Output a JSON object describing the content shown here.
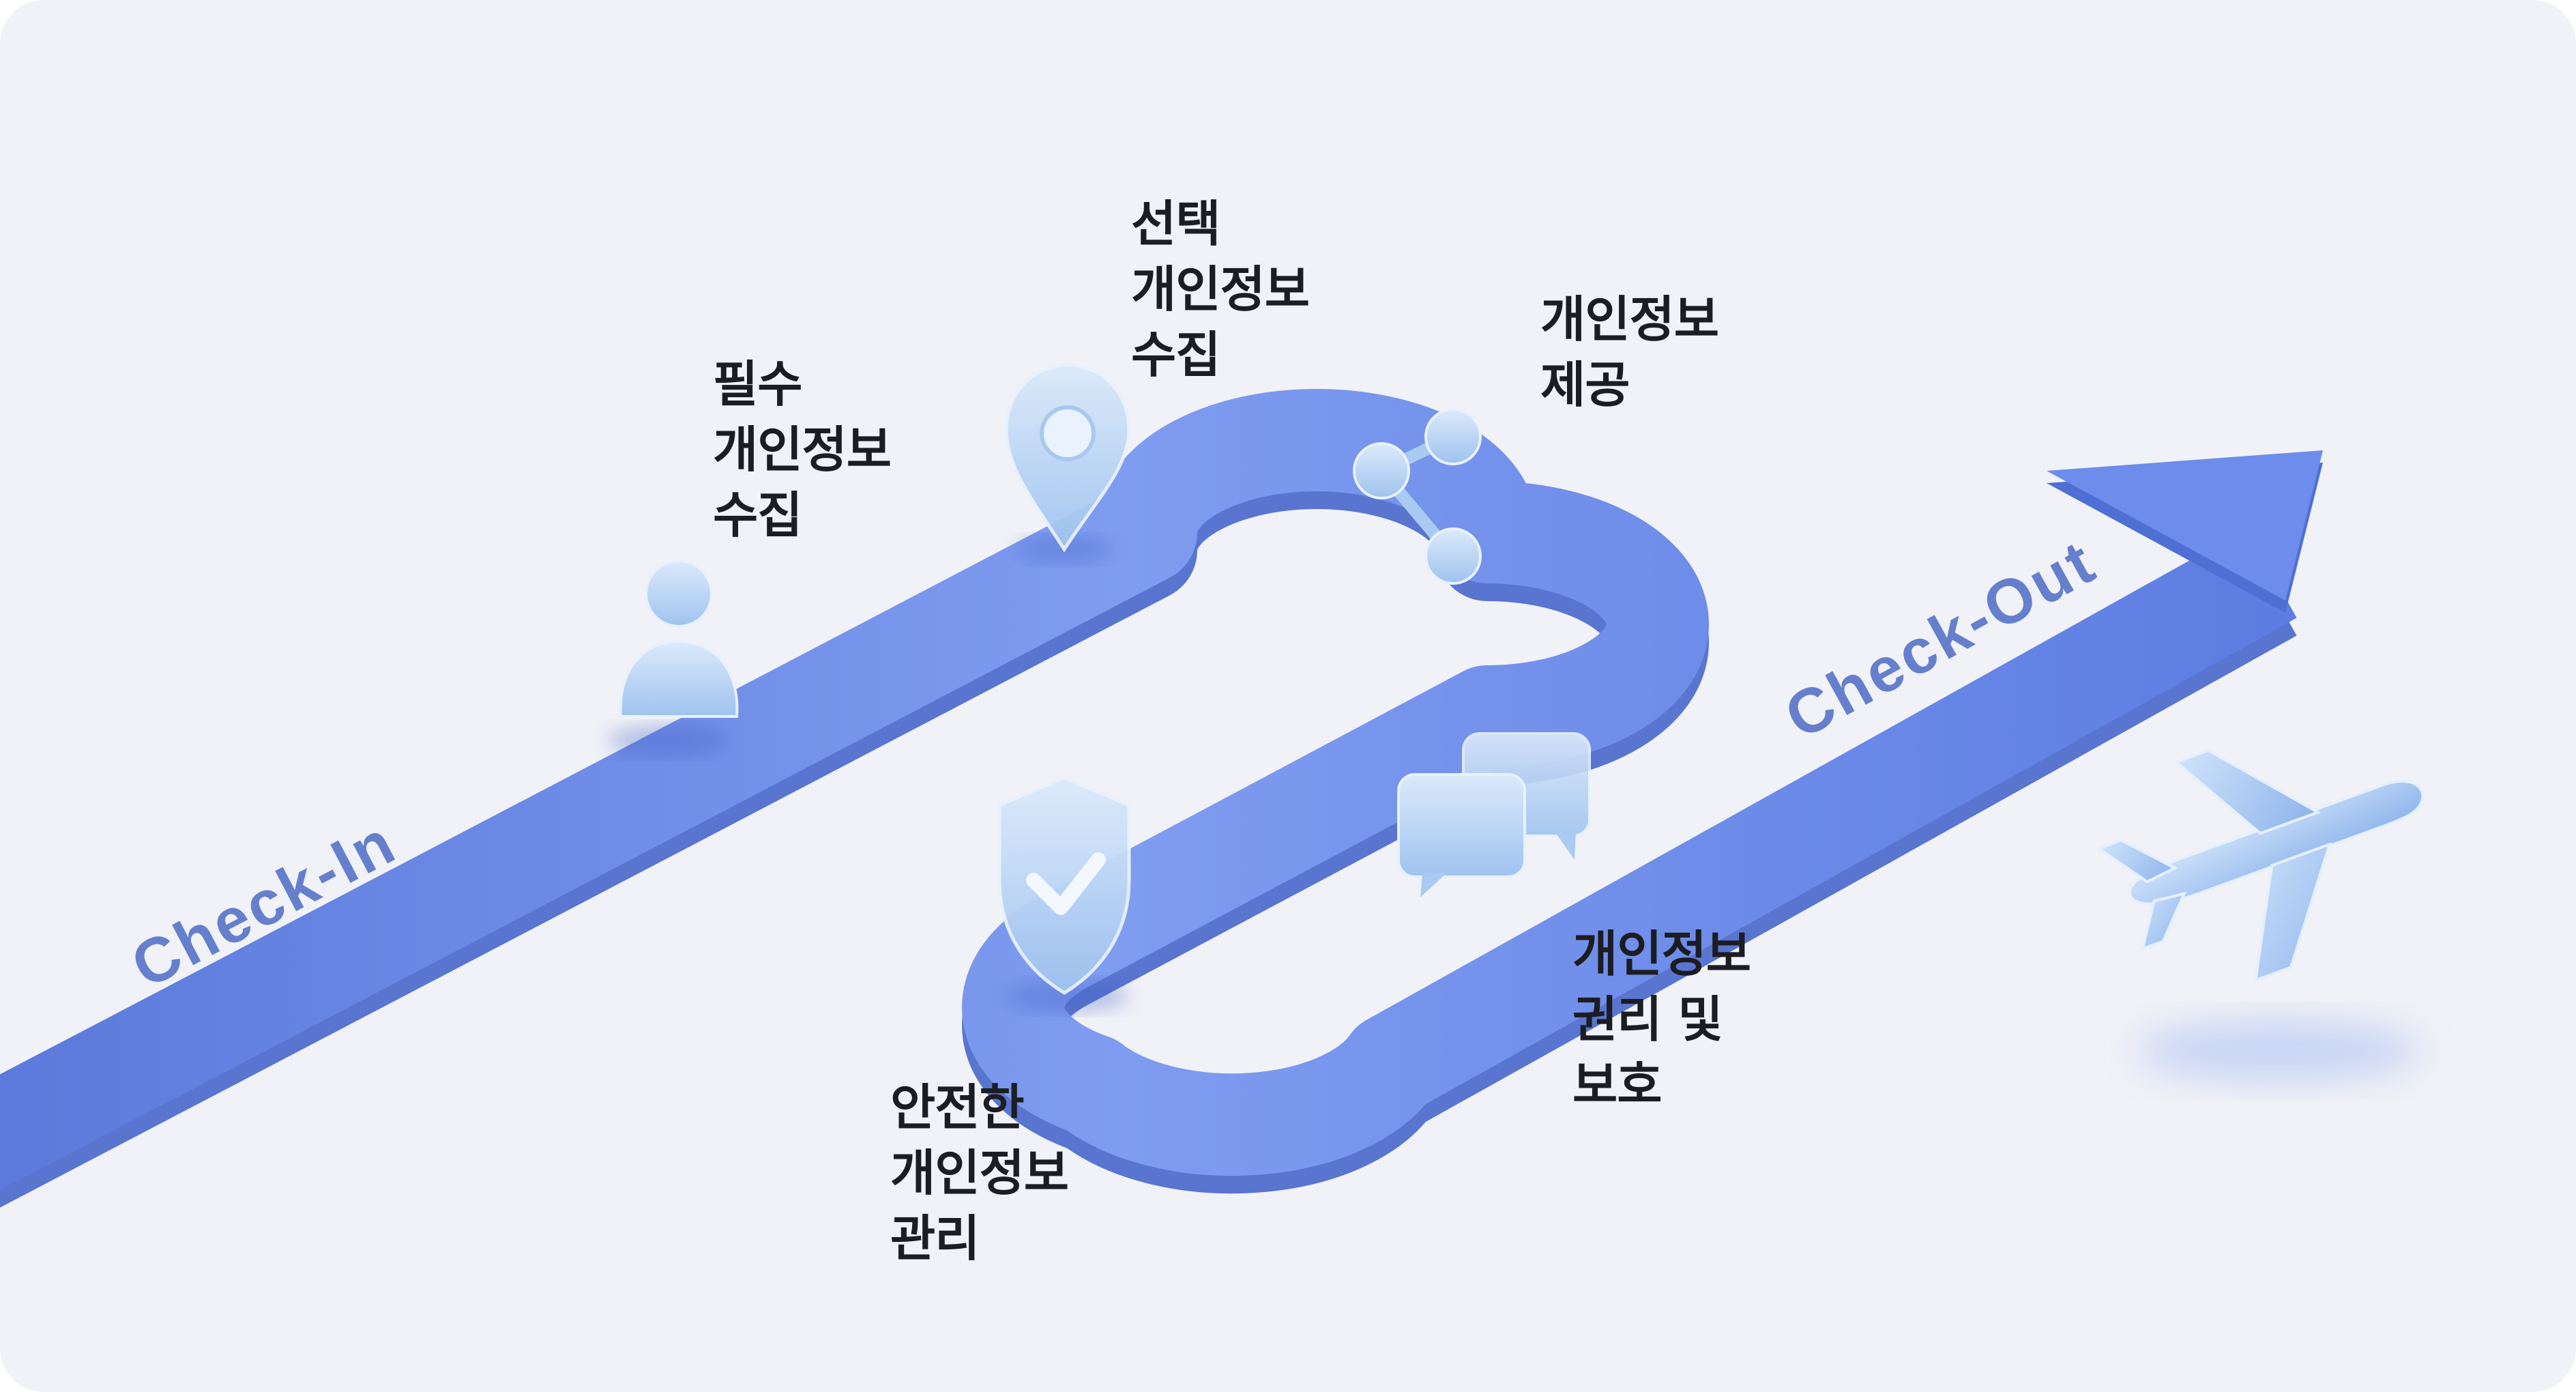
{
  "path": {
    "start_text": "Check-In",
    "end_text": "Check-Out"
  },
  "steps": [
    {
      "icon": "person-icon",
      "lines": [
        "필수",
        "개인정보",
        "수집"
      ]
    },
    {
      "icon": "location-pin-icon",
      "lines": [
        "선택",
        "개인정보",
        "수집"
      ]
    },
    {
      "icon": "share-nodes-icon",
      "lines": [
        "개인정보",
        "제공"
      ]
    },
    {
      "icon": "shield-check-icon",
      "lines": [
        "안전한",
        "개인정보",
        "관리"
      ]
    },
    {
      "icon": "chat-bubbles-icon",
      "lines": [
        "개인정보",
        "권리 및",
        "보호"
      ]
    }
  ],
  "decoration": {
    "icon": "airplane-icon"
  },
  "colors": {
    "background": "#f1f2f7",
    "path": "#6a8ae6",
    "path_edge": "#4f6fd4",
    "glass_icon": "#b9d6f5",
    "text": "#1c1d22"
  }
}
